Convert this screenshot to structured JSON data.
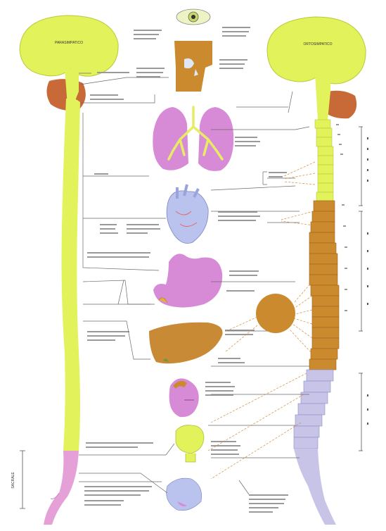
{
  "brain_labels": {
    "left": "PARASIMPATICO",
    "right": "ORTOSIMPATICO"
  },
  "side_label": "SACRALE",
  "colors": {
    "nerve_yellow": "#e2f25a",
    "cerebellum": "#c86a38",
    "lumbar_orange": "#cc8a2e",
    "organ_pink": "#d78ad6",
    "organ_blue": "#b9c3ee",
    "liver_brown": "#c88a34",
    "sacral_lavender": "#c7c4e8",
    "pink_tail": "#e6a0d8",
    "line": "#555555"
  }
}
